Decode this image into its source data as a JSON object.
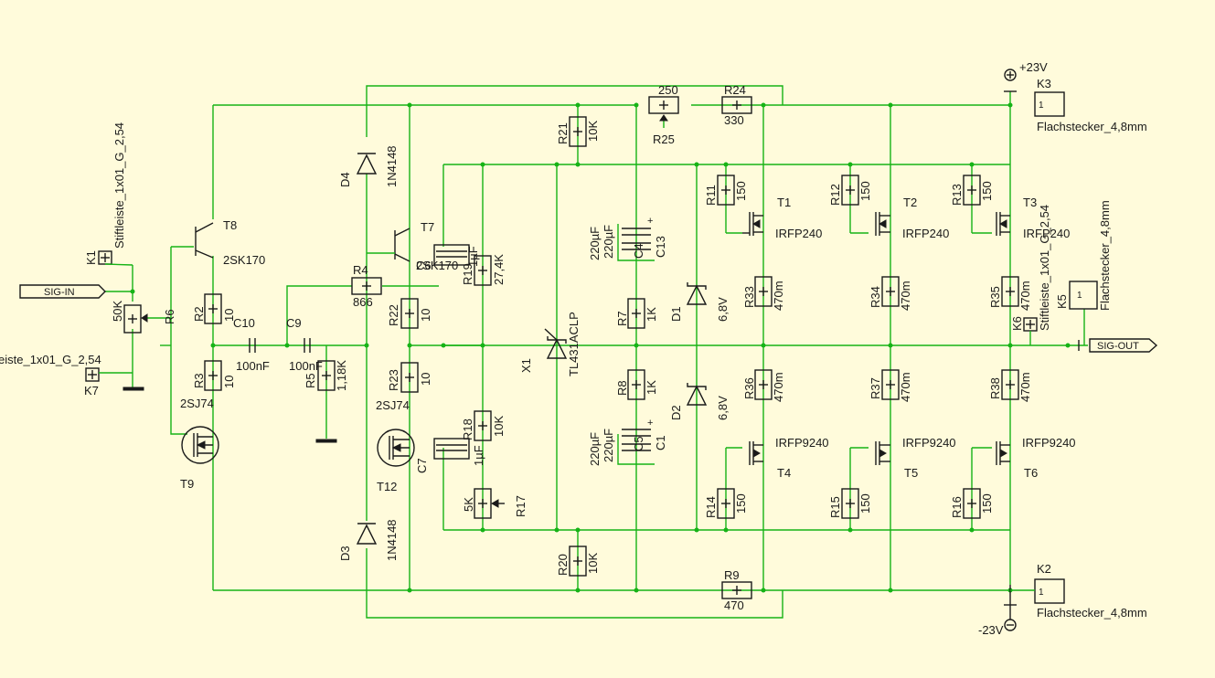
{
  "labels": {
    "sig_in": "SIG-IN",
    "sig_out": "SIG-OUT",
    "plus23": "+23V",
    "minus23": "-23V",
    "k1": "K1",
    "k1v": "Stiftleiste_1x01_G_2,54",
    "k7": "K7",
    "k7v": "eiste_1x01_G_2,54",
    "k3": "K3",
    "k3v": "Flachstecker_4,8mm",
    "k2": "K2",
    "k2v": "Flachstecker_4,8mm",
    "k5": "K5",
    "k5v": "Flachstecker_4,8mm",
    "k6": "K6",
    "k6v": "Stiftleiste_1x01_G_2,54",
    "r6": "R6",
    "r6v": "50K",
    "r2": "R2",
    "r2v": "10",
    "r3": "R3",
    "r3v": "10",
    "r4": "R4",
    "r4v": "866",
    "r5": "R5",
    "r5v": "1,18K",
    "r7": "R7",
    "r7v": "1K",
    "r8": "R8",
    "r8v": "1K",
    "r9": "R9",
    "r9v": "470",
    "r11": "R11",
    "r11v": "150",
    "r12": "R12",
    "r12v": "150",
    "r13": "R13",
    "r13v": "150",
    "r14": "R14",
    "r14v": "150",
    "r15": "R15",
    "r15v": "150",
    "r16": "R16",
    "r16v": "150",
    "r17": "R17",
    "r17v": "5K",
    "r18": "R18",
    "r18v": "10K",
    "r19": "R19",
    "r19v": "27,4K",
    "r20": "R20",
    "r20v": "10K",
    "r21": "R21",
    "r21v": "10K",
    "r22": "R22",
    "r22v": "10",
    "r23": "R23",
    "r23v": "10",
    "r24": "R24",
    "r24v": "330",
    "r25": "R25",
    "r25v": "250",
    "r33": "R33",
    "r33v": "470m",
    "r34": "R34",
    "r34v": "470m",
    "r35": "R35",
    "r35v": "470m",
    "r36": "R36",
    "r36v": "470m",
    "r37": "R37",
    "r37v": "470m",
    "r38": "R38",
    "r38v": "470m",
    "c9": "C9",
    "c9v": "100nF",
    "c10": "C10",
    "c10v": "100nF",
    "c13": "C13",
    "c13v": "220µF",
    "c4": "C4",
    "c4v": "220µF",
    "c1": "C1",
    "c1v": "220µF",
    "c5": "C5",
    "c5v": "220µF",
    "c6": "C6",
    "c6v": "1µF",
    "c7": "C7",
    "c7v": "1µF",
    "d1": "D1",
    "d1v": "6,8V",
    "d2": "D2",
    "d2v": "6,8V",
    "d3": "D3",
    "d3v": "1N4148",
    "d4": "D4",
    "d4v": "1N4148",
    "t1": "T1",
    "t1v": "IRFP240",
    "t2": "T2",
    "t2v": "IRFP240",
    "t3": "T3",
    "t3v": "IRFP240",
    "t4": "T4",
    "t4v": "IRFP9240",
    "t5": "T5",
    "t5v": "IRFP9240",
    "t6": "T6",
    "t6v": "IRFP9240",
    "t7": "T7",
    "t7v": "2SK170",
    "t8": "T8",
    "t8v": "2SK170",
    "t9": "T9",
    "t9v": "2SJ74",
    "t12": "T12",
    "t12v": "2SJ74",
    "x1": "X1",
    "x1v": "TL431ACLP",
    "k_pin": "1"
  }
}
